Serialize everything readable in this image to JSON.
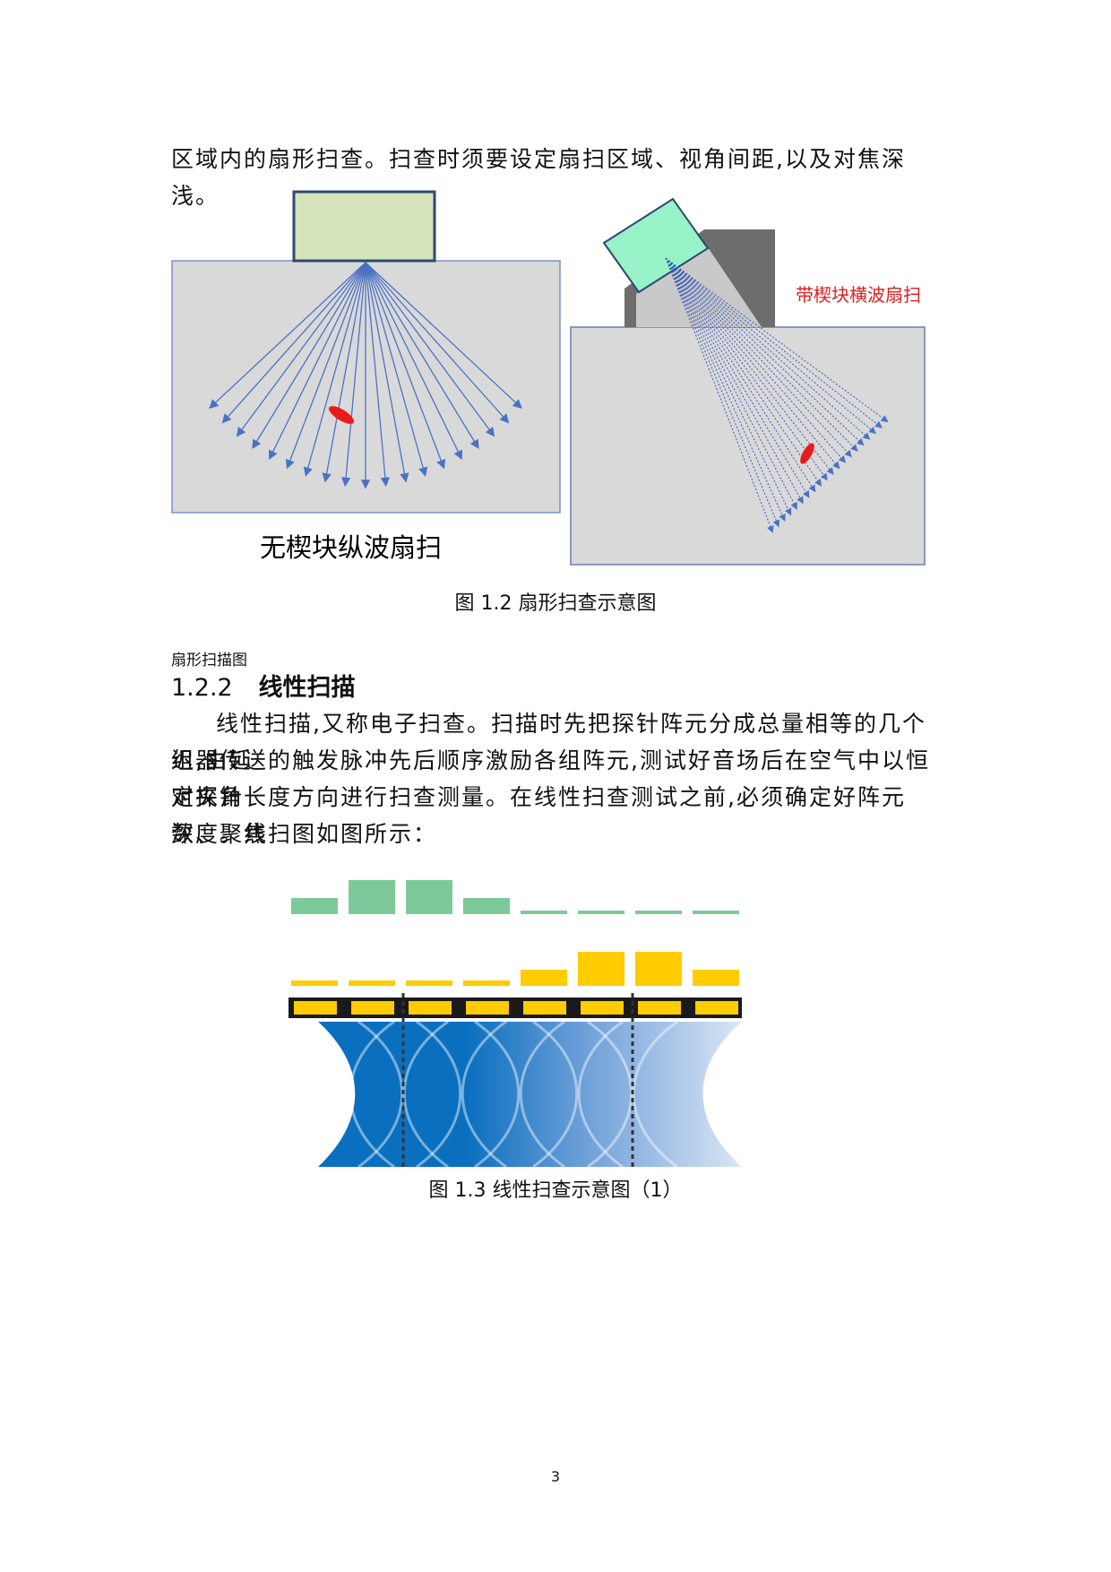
{
  "intro_text": "区域内的扇形扫查。扫查时须要设定扇扫区域、视角间距,以及对焦深浅。",
  "figure_1_2": {
    "left_label": "无楔块纵波扇扫",
    "right_label": "带楔块横波扇扫",
    "caption": "图 1.2 扇形扫查示意图"
  },
  "sector_scan_label": "扇形扫描图",
  "section": {
    "number": "1.2.2",
    "title": "线性扫描"
  },
  "body_lines": [
    "线性扫描,又称电子扫查。扫描时先把探针阵元分成总量相等的几个组,由延",
    "迟器传送的触发脉冲先后顺序激励各组阵元,测试好音场后在空气中以恒定夹角",
    "对探针长度方向进行扫查测量。在线性扫查测试之前,必须确定好阵元数、聚焦",
    "深度。线扫图如图所示："
  ],
  "figure_1_3": {
    "caption": "图 1.3 线性扫查示意图（1）"
  },
  "page_number": "3",
  "colors": {
    "red_label": "#e02020",
    "ray_blue": "#4a72c4",
    "green_bar": "#7ec99a",
    "yellow_bar": "#ffcc00",
    "beam_blue": "#1170c0"
  }
}
